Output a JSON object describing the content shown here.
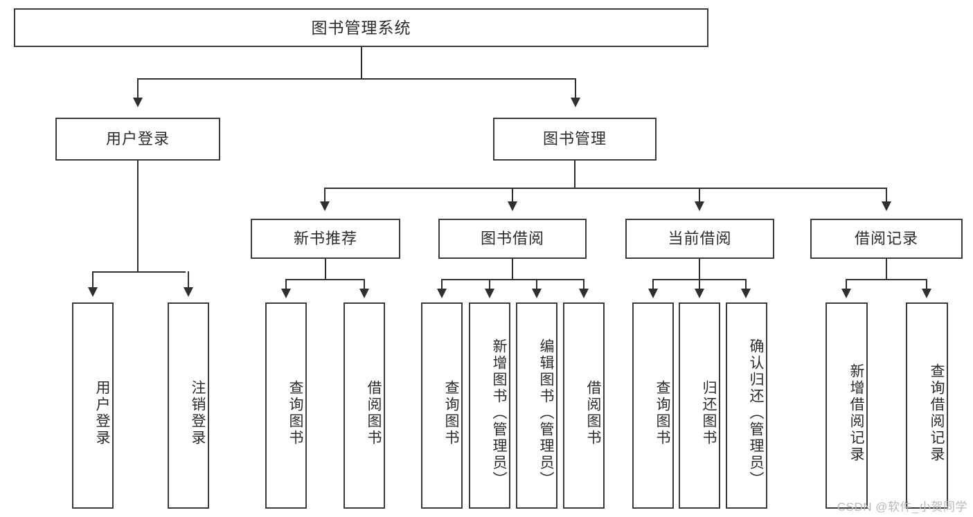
{
  "diagram": {
    "title": "图书管理系统",
    "type": "tree-hierarchy-diagram",
    "root": {
      "label": "图书管理系统"
    },
    "level2": [
      {
        "label": "用户登录"
      },
      {
        "label": "图书管理"
      }
    ],
    "level3": [
      {
        "label": "新书推荐"
      },
      {
        "label": "图书借阅"
      },
      {
        "label": "当前借阅"
      },
      {
        "label": "借阅记录"
      }
    ],
    "leaves": {
      "user_login": [
        {
          "label": "用户登录"
        },
        {
          "label": "注销登录"
        }
      ],
      "new_book_recommend": [
        {
          "label": "查询图书"
        },
        {
          "label": "借阅图书"
        }
      ],
      "book_borrow": [
        {
          "label": "查询图书"
        },
        {
          "label": "新增图书（管理员）"
        },
        {
          "label": "编辑图书（管理员）"
        },
        {
          "label": "借阅图书"
        }
      ],
      "current_borrow": [
        {
          "label": "查询图书"
        },
        {
          "label": "归还图书"
        },
        {
          "label": "确认归还（管理员）"
        }
      ],
      "borrow_record": [
        {
          "label": "新增借阅记录"
        },
        {
          "label": "查询借阅记录"
        }
      ]
    }
  },
  "watermark": {
    "text": "CSDN @软件_小贺同学"
  },
  "colors": {
    "box_border": "#3a3a3a",
    "connector": "#2f2f2f",
    "text": "#2b2b2b",
    "background": "#ffffff",
    "watermark": "#b9b9b9"
  }
}
